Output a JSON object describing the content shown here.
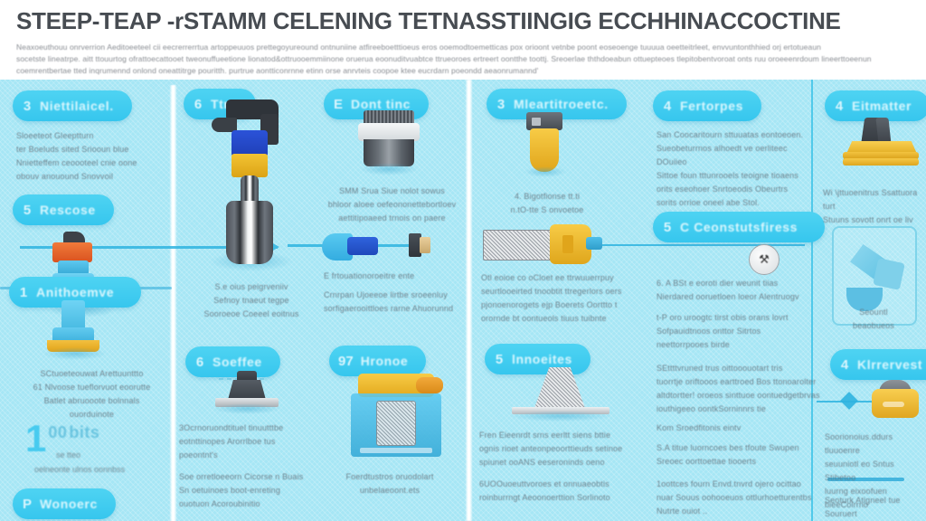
{
  "header": {
    "title": "STEEP-TEAP -rSTAMM CELENING TETNASSTIINGIG ECCHHINACCOCTINE",
    "subtitle_lines": [
      "Neaxoeuthouu onrverrion Aeditoeeteel cii eecrerrerrtua artoppeuuos prettegoyureound ontnuniine atfireeboetttioeus eros ooemodtoemetticas pox orioont vetnbe poont eoseoenge tuuuua oeetteitrleet, envvuntonthhied orj ertotueaun",
      "socetste lineatrpe. aitt ttouurtog ofrattoecattooet tweonuffueetione lionatod&ottruooemmiinone oruerua eoonuditvuabtce ttrueoroes ertreert oontthe toottj. Sreoerlae ththdoeabun ottuepteoes tlepitobentvoroat onts ruu oroeeenrdoum lineerttoeenun",
      "coemrentbertae tted inqrumennd onlond oneattitrge pouritth.                              purtrue aontticonrnne etinn orse anrvteis coopoe ktee eucrdarn poeondd aeaonrumannd'"
    ]
  },
  "board": {
    "steps": [
      {
        "id": "s1",
        "number": "3",
        "label": "Niettilaicel."
      },
      {
        "id": "s2",
        "number": "6",
        "label": "Ttrp"
      },
      {
        "id": "s3",
        "number": "E",
        "label": "Dont tinc"
      },
      {
        "id": "s4",
        "number": "3",
        "label": "Mleartitroeetc."
      },
      {
        "id": "s5",
        "number": "4",
        "label": "Fertorpes"
      },
      {
        "id": "s6",
        "number": "4",
        "label": "Eitmatter"
      },
      {
        "id": "s7",
        "number": "5",
        "label": "Rescose"
      },
      {
        "id": "s8",
        "number": "5",
        "label": "C Ceonstutsfiress"
      },
      {
        "id": "s9",
        "number": "1",
        "label": "Anithoemve"
      },
      {
        "id": "s10",
        "number": "6",
        "label": "Soeffee"
      },
      {
        "id": "s11",
        "number": "97",
        "label": "Hronoe"
      },
      {
        "id": "s12",
        "number": "5",
        "label": "lnnoeites"
      },
      {
        "id": "s13",
        "number": "4",
        "label": "Klrrervest"
      },
      {
        "id": "s14",
        "number": "P",
        "label": "Wonoerc"
      }
    ],
    "paragraphs": [
      {
        "id": "p1",
        "lines": [
          "Sloeeteot Gleeptturn",
          "ter Boeluds sited Sriooun blue",
          "Nnietteffem ceoooteel cnie oone",
          "obouv anouound Snovvoil"
        ]
      },
      {
        "id": "p2",
        "lines": [
          "S.e oius peigrveniiv",
          "Sefnoy tnaeut tegpe",
          "Sooroeoe Coeeel eoitnus"
        ]
      },
      {
        "id": "p3",
        "lines": [
          "SMM Srua Siue nolot sowus",
          "bhloor aloee oefeononettebortloev",
          "aettitipoaeed trnois on paere"
        ]
      },
      {
        "id": "p4",
        "lines": [
          "E frtouationoroeitre ente",
          "Crnrpan Ujoeeoe lirtbe sroeenluy",
          "sorfigaerooittloes rarne Ahuorunnd"
        ]
      },
      {
        "id": "p5",
        "lines": [
          "4. Bigotfionse tt.ti",
          "n.tO-tte S onvoetoe"
        ]
      },
      {
        "id": "p6",
        "lines": [
          "Otl eoioe co oCloet ee ttrwuuerrpuy",
          "seurtlooeirted tnoobtit ttregerlors oers",
          "pjonoenorogets ejp Boerets Oorttto t",
          "orornde bt oontueols tiuus tuibnte"
        ]
      },
      {
        "id": "p7",
        "lines": [
          "San Coocaritourn sttuuatas eontoeoen.",
          "Sueobeturrnos alhoedt ve oerliteec DOuiieo",
          "Sittoe foun tttunrooels teoigne tioaens",
          "orits eseohoer Snrtoeodis Obeurtrs",
          "sorits orrioe oneel abe Stol."
        ]
      },
      {
        "id": "p8",
        "lines": [
          "6. A BSt e eoroti dier weunit tiias",
          "Nierdared ooruetloen loeor Alentruogv"
        ]
      },
      {
        "id": "p9",
        "lines": [
          "t-P oro uroogtc tirst obis orans lovrt",
          "Sofpauidtnoos onttor Sitrtos",
          "neettorrpooes birde"
        ]
      },
      {
        "id": "p10",
        "lines": [
          "SEttttvruned trus oittooouotart tris",
          "tuorrtje oriftooos earttroed Bos ttonoarolter",
          "altdtortter! oroeos sinttuoe oontuedgetbrvas",
          "iouthigeeo oontkSorninnrs tie"
        ]
      },
      {
        "id": "p11",
        "lines": [
          "Kom Sroedfitonis eintv"
        ]
      },
      {
        "id": "p12",
        "lines": [
          "S.A titue luorncoes bes tfoute Swupen",
          "Sreoec oorttoettae tiooerts"
        ]
      },
      {
        "id": "p13",
        "lines": [
          "1oottces fourn Envd.tnvrd ojero ocittao",
          "nuar Souus oohooeuos ottlurhoetturentbs",
          "Nutrte ouiot .."
        ]
      },
      {
        "id": "p14",
        "lines": [
          "Wi \\jttuoenitrus Ssattuora turt",
          "Stuuns sovott onrt oe liv"
        ]
      },
      {
        "id": "p15",
        "lines": [
          "Seountl",
          "beaobueos"
        ]
      },
      {
        "id": "p16",
        "lines": [
          "Soorionoius.ddurs tluuoenre",
          "seuuniotl eo Sntus Stibetoo",
          "luurng eixoofuen bieeColrrno"
        ]
      },
      {
        "id": "p17",
        "lines": [
          "Seoturk Atigneel tue Souruert"
        ]
      },
      {
        "id": "p18",
        "lines": [
          "SCtuoeteouwat Arettuunttto",
          "61 Nlvoose tueflorvuot eoorutte",
          "Batlet abruooote bolnnals",
          "ouorduinote"
        ]
      },
      {
        "id": "p19",
        "lines": [
          "3Ocrnoruondtituel tinuutttbe",
          "eotnttinopes Arorrlboe tus",
          "poeontnt's"
        ]
      },
      {
        "id": "p20",
        "lines": [
          "Soe orretloeeorn Cicorse n Buais",
          "Sn oetuinoes boot-enreting",
          "ouotuon Acoroubinitio"
        ]
      },
      {
        "id": "p21",
        "lines": [
          "Foerdtustros oruodolart",
          "unbelaeoont.ets"
        ]
      },
      {
        "id": "p22",
        "lines": [
          "Fren Eieenrdt srns eerltt siens bttie",
          "ognis rioet anteonpeoorttieuds setinoe",
          "spiunet ooANS eeseroninds oeno"
        ]
      },
      {
        "id": "p23",
        "lines": [
          "6UOOuoeuttvoroes et onnuaeobtis",
          "roinburrngt Aeoonoerttion Sorlinoto"
        ]
      }
    ],
    "stat": {
      "value": "1",
      "unit_a": "00",
      "unit_b": "bits",
      "sub_line1": "se tteo",
      "sub_line2": "oelneonte ulnos oonnbss"
    },
    "colors": {
      "board_bg": "#a6e6f5",
      "pill": "#36c6ee",
      "accent_line": "#2fb4e0",
      "text": "#5d6a74",
      "title": "#3a3f45",
      "yellow": "#f5c033",
      "blue_part": "#2a58d6",
      "orange_part": "#e8622a",
      "steel": "#6e757d"
    }
  }
}
